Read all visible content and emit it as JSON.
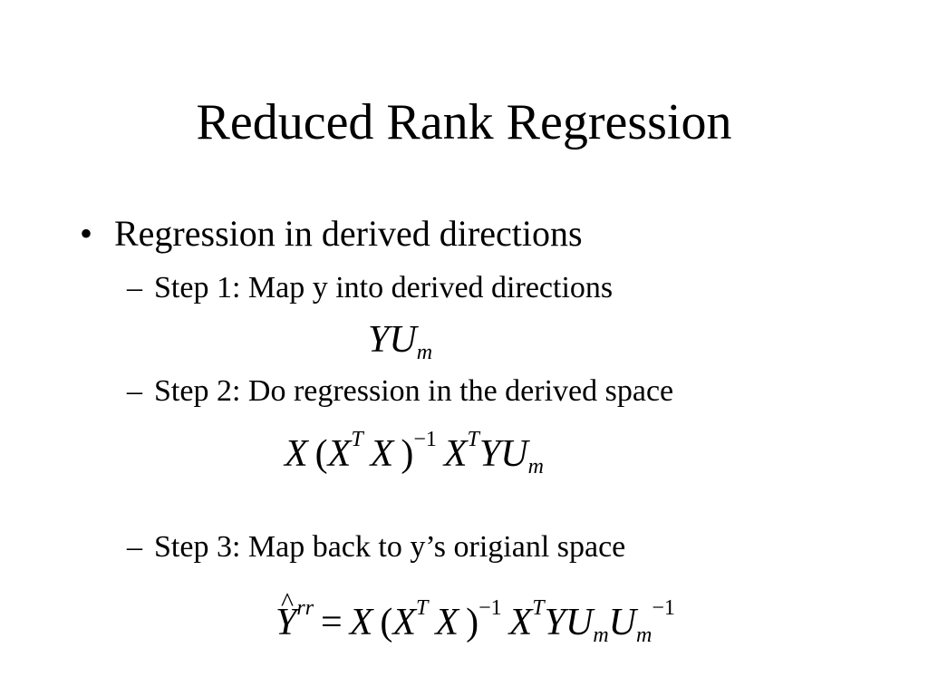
{
  "slide": {
    "title": "Reduced Rank Regression",
    "bullet": {
      "marker": "•",
      "text": "Regression in derived directions"
    },
    "steps": [
      {
        "marker": "–",
        "text": "Step 1: Map y into derived directions"
      },
      {
        "marker": "–",
        "text": "Step 2: Do regression in the derived space"
      },
      {
        "marker": "–",
        "text": "Step 3: Map back to y’s origianl space"
      }
    ],
    "equations": {
      "eq1": {
        "Y": "Y",
        "U": "U",
        "m": "m"
      },
      "eq2": {
        "X": "X",
        "lp": "(",
        "rp": ")",
        "T": "T",
        "inv": "−1",
        "Y": "Y",
        "U": "U",
        "m": "m"
      },
      "eq3": {
        "Yhat": "Y",
        "rr": "rr",
        "eq": "=",
        "X": "X",
        "lp": "(",
        "rp": ")",
        "T": "T",
        "inv": "−1",
        "Y": "Y",
        "U": "U",
        "m": "m"
      }
    }
  }
}
